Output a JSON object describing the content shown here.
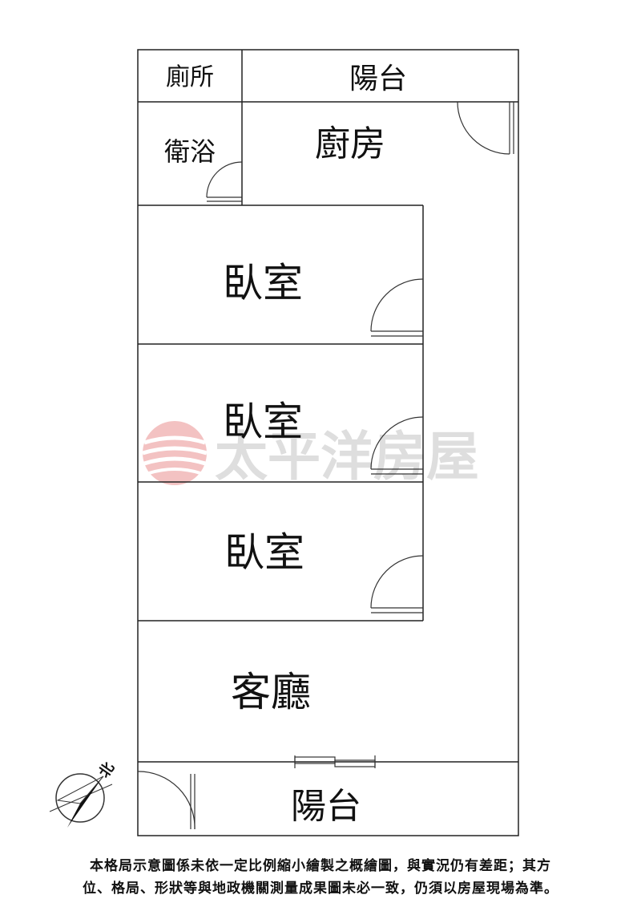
{
  "rooms": {
    "toilet": "廁所",
    "balcony_top": "陽台",
    "bath": "衛浴",
    "kitchen": "廚房",
    "bedroom_1": "臥室",
    "bedroom_2": "臥室",
    "bedroom_3": "臥室",
    "living": "客廳",
    "balcony_bottom": "陽台"
  },
  "compass": {
    "label": "北"
  },
  "watermark": {
    "text": "太平洋房屋"
  },
  "disclaimer": {
    "line1": "本格局示意圖係未依一定比例縮小繪製之概繪圖，與實況仍有差距；其方",
    "line2": "位、格局、形狀等與地政機關測量成果圖未必一致，仍須以房屋現場為準。"
  },
  "colors": {
    "watermark_logo": "#f2b8b8",
    "watermark_text": "#d9d9d9",
    "walls": "#222222"
  }
}
